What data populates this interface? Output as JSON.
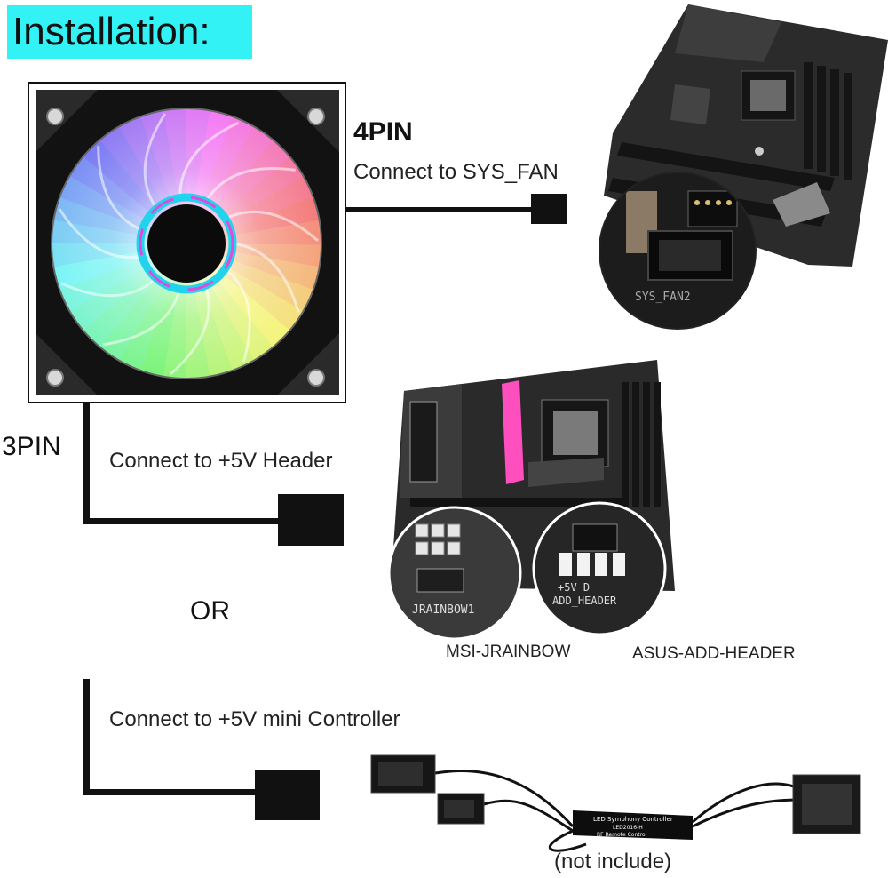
{
  "header": {
    "title": "Installation:"
  },
  "colors": {
    "title_badge": "#33f2f5",
    "cable": "#111111",
    "board": "#262626"
  },
  "fan": {
    "icon": "rgb-fan-icon"
  },
  "option_4pin": {
    "pin": "4PIN",
    "instruction": "Connect to SYS_FAN",
    "board_label": "SYS_FAN2"
  },
  "option_3pin": {
    "pin": "3PIN",
    "instruction": "Connect to +5V Header",
    "captions": [
      "MSI-JRAINBOW",
      "ASUS-ADD-HEADER"
    ],
    "zoom_labels": [
      "JRAINBOW1",
      "+5V D",
      "ADD_HEADER"
    ]
  },
  "separator": {
    "or": "OR"
  },
  "option_controller": {
    "instruction": "Connect to +5V mini Controller",
    "controller_label_1": "LED Symphony Controller",
    "controller_label_2": "LED2016-H",
    "controller_label_3": "RF Remote Control",
    "note": "(not include)"
  }
}
